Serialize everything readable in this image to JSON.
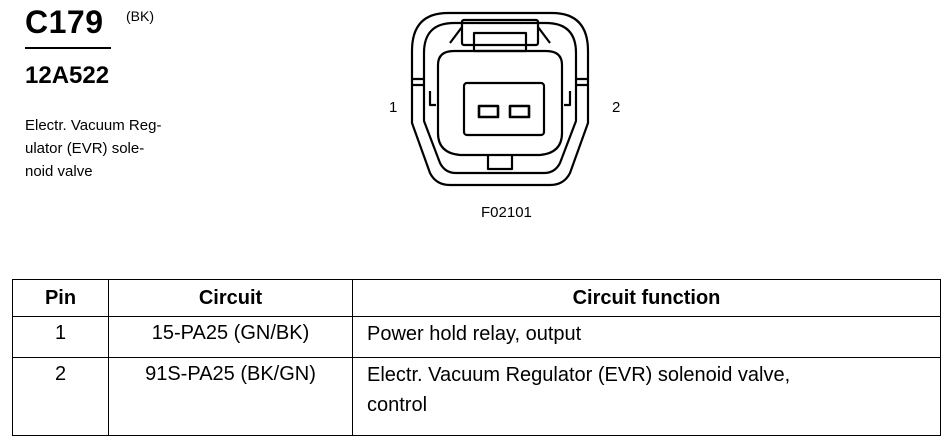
{
  "header": {
    "connector_id": "C179",
    "connector_color": "(BK)",
    "part_number": "12A522",
    "description_lines": [
      "Electr. Vacuum Reg-",
      "ulator (EVR) sole-",
      "noid valve"
    ]
  },
  "diagram": {
    "pin_left": "1",
    "pin_right": "2",
    "figure_code": "F02101"
  },
  "table": {
    "headers": [
      "Pin",
      "Circuit",
      "Circuit function"
    ],
    "rows": [
      {
        "pin": "1",
        "circuit": "15-PA25 (GN/BK)",
        "function_lines": [
          "Power hold relay, output"
        ]
      },
      {
        "pin": "2",
        "circuit": "91S-PA25 (BK/GN)",
        "function_lines": [
          "Electr. Vacuum Regulator (EVR) solenoid valve,",
          "control"
        ]
      }
    ]
  }
}
